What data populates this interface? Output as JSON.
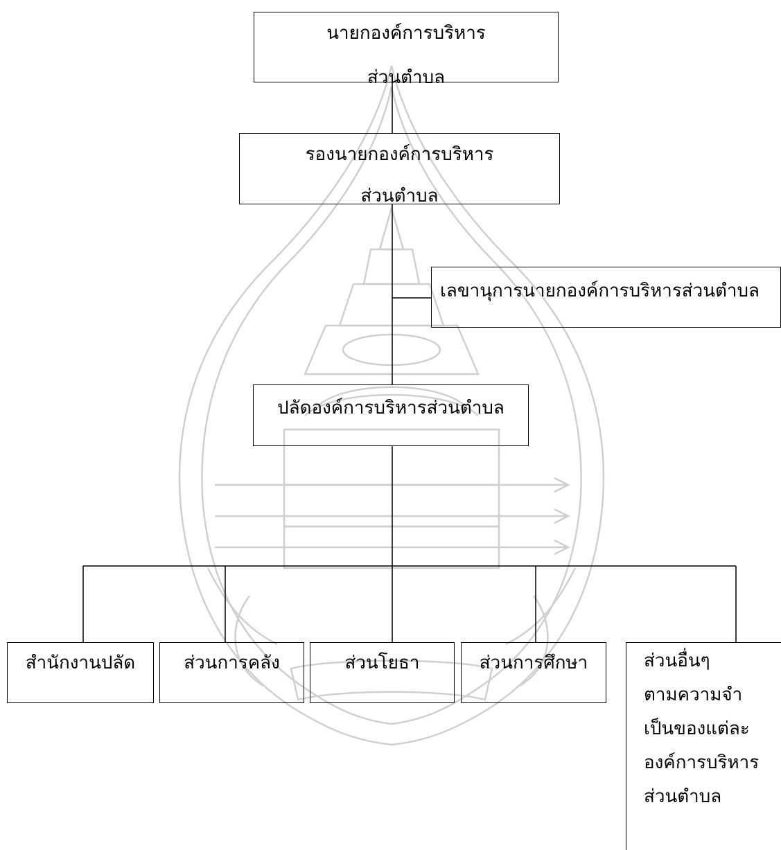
{
  "org_chart": {
    "chief_executive": {
      "line1": "นายกองค์การบริหาร",
      "line2": "ส่วนตำบล"
    },
    "deputy_chief": {
      "line1": "รองนายกองค์การบริหาร",
      "line2": "ส่วนตำบล"
    },
    "secretary": {
      "label": "เลขานุการนายกองค์การบริหารส่วนตำบล"
    },
    "chief_administrator": {
      "label": "ปลัดองค์การบริหารส่วนตำบล"
    },
    "departments": [
      {
        "label": "สำนักงานปลัด"
      },
      {
        "label": "ส่วนการคลัง"
      },
      {
        "label": "ส่วนโยธา"
      },
      {
        "label": "ส่วนการศึกษา"
      }
    ],
    "other_department": {
      "lines": [
        "ส่วนอื่นๆ",
        "ตามความจำ",
        "เป็นของแต่ละ",
        "องค์การบริหาร",
        "ส่วนตำบล"
      ]
    }
  },
  "colors": {
    "line": "#000000",
    "watermark": "#c9c9c9",
    "background": "#ffffff"
  }
}
